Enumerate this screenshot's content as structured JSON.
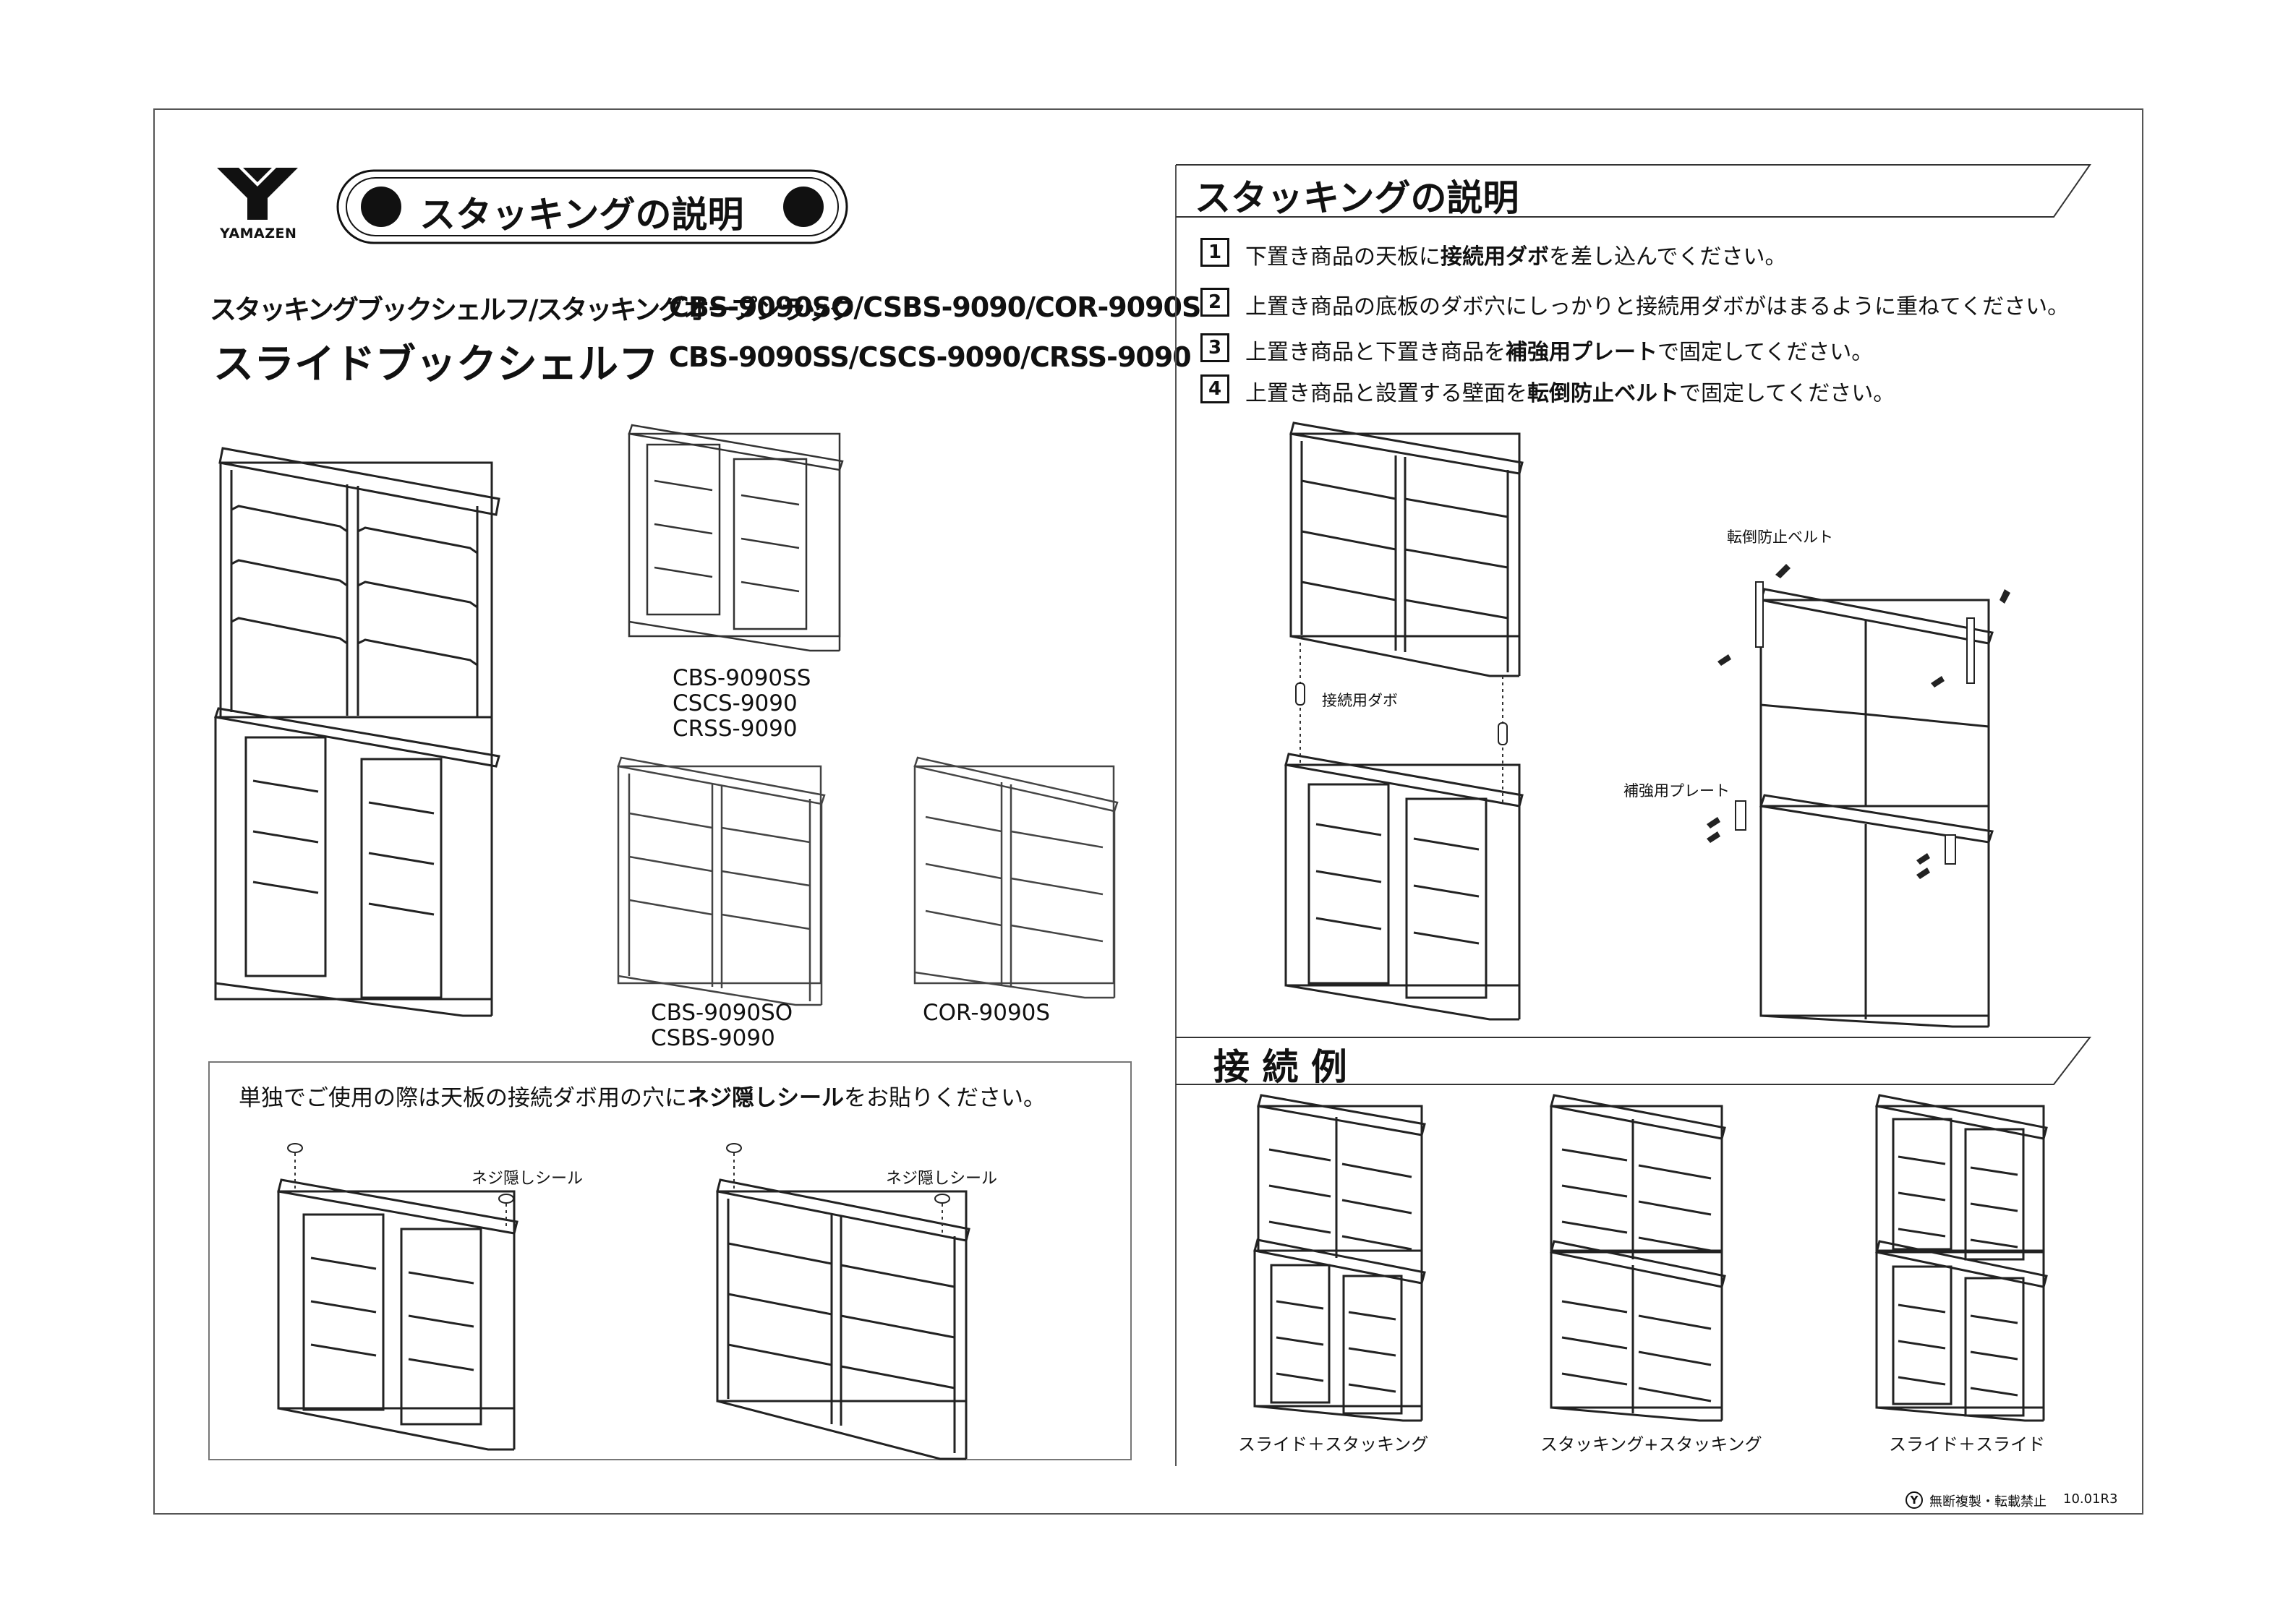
{
  "brand": {
    "name": "YAMAZEN"
  },
  "header": {
    "title_banner": "スタッキングの説明"
  },
  "products": {
    "line1_name": "スタッキングブックシェルフ/スタッキングオープンラック",
    "line1_models": "CBS-9090SO/CSBS-9090/COR-9090S",
    "line2_name": "スライドブックシェルフ",
    "line2_models": "CBS-9090SS/CSCS-9090/CRSS-9090"
  },
  "figures": {
    "slide_labels": [
      "CBS-9090SS",
      "CSCS-9090",
      "CRSS-9090"
    ],
    "stack_labels": [
      "CBS-9090SO",
      "CSBS-9090"
    ],
    "open_label": "COR-9090S"
  },
  "note": {
    "text_pre": "単独でご使用の際は天板の接続ダボ用の穴に",
    "text_bold": "ネジ隠しシール",
    "text_post": "をお貼りください。",
    "sticker_label": "ネジ隠しシール"
  },
  "stacking": {
    "title": "スタッキングの説明",
    "steps": [
      {
        "num": "1",
        "pre": "下置き商品の天板に",
        "bold": "接続用ダボ",
        "post": "を差し込んでください。"
      },
      {
        "num": "2",
        "pre": "上置き商品の底板のダボ穴にしっかりと接続用ダボがはまるように重ねてください。",
        "bold": "",
        "post": ""
      },
      {
        "num": "3",
        "pre": "上置き商品と下置き商品を",
        "bold": "補強用プレート",
        "post": "で固定してください。"
      },
      {
        "num": "4",
        "pre": "上置き商品と設置する壁面を",
        "bold": "転倒防止ベルト",
        "post": "で固定してください。"
      }
    ],
    "dowel_label": "接続用ダボ",
    "belt_label": "転倒防止ベルト",
    "plate_label": "補強用プレート"
  },
  "examples": {
    "title": "接 続 例",
    "captions": [
      "スライド＋スタッキング",
      "スタッキング+スタッキング",
      "スライド＋スライド"
    ]
  },
  "footer": {
    "copyright": "無断複製・転載禁止",
    "code": "10.01R3"
  }
}
